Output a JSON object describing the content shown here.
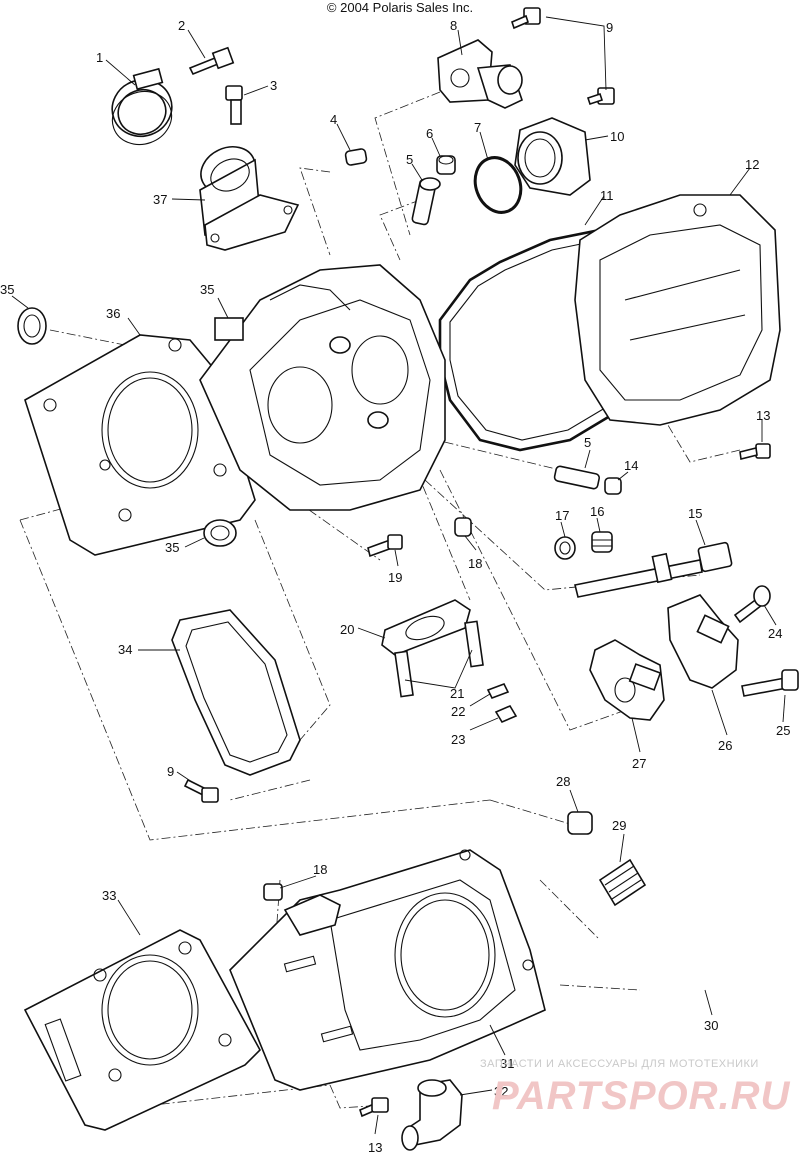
{
  "header": {
    "copyright": "© 2004 Polaris Sales Inc."
  },
  "callouts": [
    {
      "id": "c1",
      "label": "1"
    },
    {
      "id": "c2",
      "label": "2"
    },
    {
      "id": "c3",
      "label": "3"
    },
    {
      "id": "c4",
      "label": "4"
    },
    {
      "id": "c5a",
      "label": "5"
    },
    {
      "id": "c6",
      "label": "6"
    },
    {
      "id": "c7",
      "label": "7"
    },
    {
      "id": "c8",
      "label": "8"
    },
    {
      "id": "c9a",
      "label": "9"
    },
    {
      "id": "c10",
      "label": "10"
    },
    {
      "id": "c11",
      "label": "11"
    },
    {
      "id": "c12",
      "label": "12"
    },
    {
      "id": "c13a",
      "label": "13"
    },
    {
      "id": "c5b",
      "label": "5"
    },
    {
      "id": "c14",
      "label": "14"
    },
    {
      "id": "c15",
      "label": "15"
    },
    {
      "id": "c16",
      "label": "16"
    },
    {
      "id": "c17",
      "label": "17"
    },
    {
      "id": "c18a",
      "label": "18"
    },
    {
      "id": "c19",
      "label": "19"
    },
    {
      "id": "c20",
      "label": "20"
    },
    {
      "id": "c21",
      "label": "21"
    },
    {
      "id": "c22",
      "label": "22"
    },
    {
      "id": "c23",
      "label": "23"
    },
    {
      "id": "c24",
      "label": "24"
    },
    {
      "id": "c25",
      "label": "25"
    },
    {
      "id": "c26",
      "label": "26"
    },
    {
      "id": "c27",
      "label": "27"
    },
    {
      "id": "c28",
      "label": "28"
    },
    {
      "id": "c29",
      "label": "29"
    },
    {
      "id": "c30",
      "label": "30"
    },
    {
      "id": "c31",
      "label": "31"
    },
    {
      "id": "c32",
      "label": "32"
    },
    {
      "id": "c33",
      "label": "33"
    },
    {
      "id": "c34",
      "label": "34"
    },
    {
      "id": "c35a",
      "label": "35"
    },
    {
      "id": "c35b",
      "label": "35"
    },
    {
      "id": "c35c",
      "label": "35"
    },
    {
      "id": "c36",
      "label": "36"
    },
    {
      "id": "c37",
      "label": "37"
    },
    {
      "id": "c9b",
      "label": "9"
    },
    {
      "id": "c18b",
      "label": "18"
    },
    {
      "id": "c13b",
      "label": "13"
    }
  ],
  "watermark": {
    "tagline": "ЗАПЧАСТИ И АКСЕССУАРЫ ДЛЯ МОТОТЕХНИКИ",
    "logo": "PARTSPOR.RU"
  }
}
